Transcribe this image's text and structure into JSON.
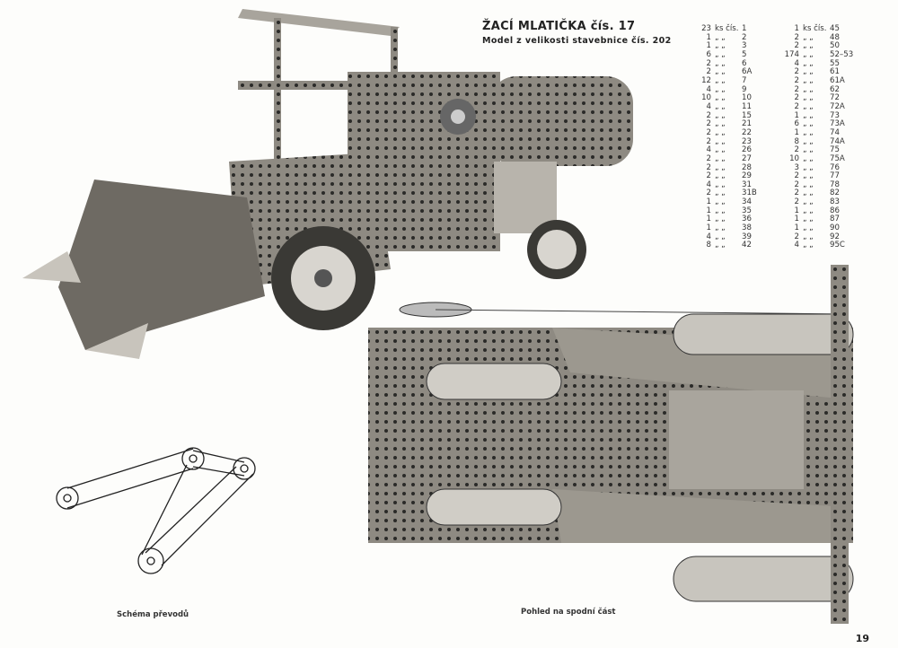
{
  "header": {
    "title": "ŽACÍ MLATIČKA čís. 17",
    "subtitle": "Model z velikosti stavebnice čís. 202"
  },
  "parts_list": {
    "column1": [
      {
        "qty": "23",
        "unit": "ks čís.",
        "part": "1"
      },
      {
        "qty": "1",
        "unit": "„ „",
        "part": "2"
      },
      {
        "qty": "1",
        "unit": "„ „",
        "part": "3"
      },
      {
        "qty": "6",
        "unit": "„ „",
        "part": "5"
      },
      {
        "qty": "2",
        "unit": "„ „",
        "part": "6"
      },
      {
        "qty": "2",
        "unit": "„ „",
        "part": "6A"
      },
      {
        "qty": "12",
        "unit": "„ „",
        "part": "7"
      },
      {
        "qty": "4",
        "unit": "„ „",
        "part": "9"
      },
      {
        "qty": "10",
        "unit": "„ „",
        "part": "10"
      },
      {
        "qty": "4",
        "unit": "„ „",
        "part": "11"
      },
      {
        "qty": "2",
        "unit": "„ „",
        "part": "15"
      },
      {
        "qty": "2",
        "unit": "„ „",
        "part": "21"
      },
      {
        "qty": "2",
        "unit": "„ „",
        "part": "22"
      },
      {
        "qty": "2",
        "unit": "„ „",
        "part": "23"
      },
      {
        "qty": "4",
        "unit": "„ „",
        "part": "26"
      },
      {
        "qty": "2",
        "unit": "„ „",
        "part": "27"
      },
      {
        "qty": "2",
        "unit": "„ „",
        "part": "28"
      },
      {
        "qty": "2",
        "unit": "„ „",
        "part": "29"
      },
      {
        "qty": "4",
        "unit": "„ „",
        "part": "31"
      },
      {
        "qty": "2",
        "unit": "„ „",
        "part": "31B"
      },
      {
        "qty": "1",
        "unit": "„ „",
        "part": "34"
      },
      {
        "qty": "1",
        "unit": "„ „",
        "part": "35"
      },
      {
        "qty": "1",
        "unit": "„ „",
        "part": "36"
      },
      {
        "qty": "1",
        "unit": "„ „",
        "part": "38"
      },
      {
        "qty": "4",
        "unit": "„ „",
        "part": "39"
      },
      {
        "qty": "8",
        "unit": "„ „",
        "part": "42"
      }
    ],
    "column2": [
      {
        "qty": "1",
        "unit": "ks čís.",
        "part": "45"
      },
      {
        "qty": "2",
        "unit": "„ „",
        "part": "48"
      },
      {
        "qty": "2",
        "unit": "„ „",
        "part": "50"
      },
      {
        "qty": "174",
        "unit": "„ „",
        "part": "52–53"
      },
      {
        "qty": "4",
        "unit": "„ „",
        "part": "55"
      },
      {
        "qty": "2",
        "unit": "„ „",
        "part": "61"
      },
      {
        "qty": "2",
        "unit": "„ „",
        "part": "61A"
      },
      {
        "qty": "2",
        "unit": "„ „",
        "part": "62"
      },
      {
        "qty": "2",
        "unit": "„ „",
        "part": "72"
      },
      {
        "qty": "2",
        "unit": "„ „",
        "part": "72A"
      },
      {
        "qty": "1",
        "unit": "„ „",
        "part": "73"
      },
      {
        "qty": "6",
        "unit": "„ „",
        "part": "73A"
      },
      {
        "qty": "1",
        "unit": "„ „",
        "part": "74"
      },
      {
        "qty": "8",
        "unit": "„ „",
        "part": "74A"
      },
      {
        "qty": "2",
        "unit": "„ „",
        "part": "75"
      },
      {
        "qty": "10",
        "unit": "„ „",
        "part": "75A"
      },
      {
        "qty": "3",
        "unit": "„ „",
        "part": "76"
      },
      {
        "qty": "2",
        "unit": "„ „",
        "part": "77"
      },
      {
        "qty": "2",
        "unit": "„ „",
        "part": "78"
      },
      {
        "qty": "2",
        "unit": "„ „",
        "part": "82"
      },
      {
        "qty": "2",
        "unit": "„ „",
        "part": "83"
      },
      {
        "qty": "1",
        "unit": "„ „",
        "part": "86"
      },
      {
        "qty": "1",
        "unit": "„ „",
        "part": "87"
      },
      {
        "qty": "1",
        "unit": "„ „",
        "part": "90"
      },
      {
        "qty": "2",
        "unit": "„ „",
        "part": "92"
      },
      {
        "qty": "4",
        "unit": "„ „",
        "part": "95C"
      }
    ]
  },
  "captions": {
    "schema": "Schéma převodů",
    "bottom_view": "Pohled na spodní část"
  },
  "page_number": "19"
}
